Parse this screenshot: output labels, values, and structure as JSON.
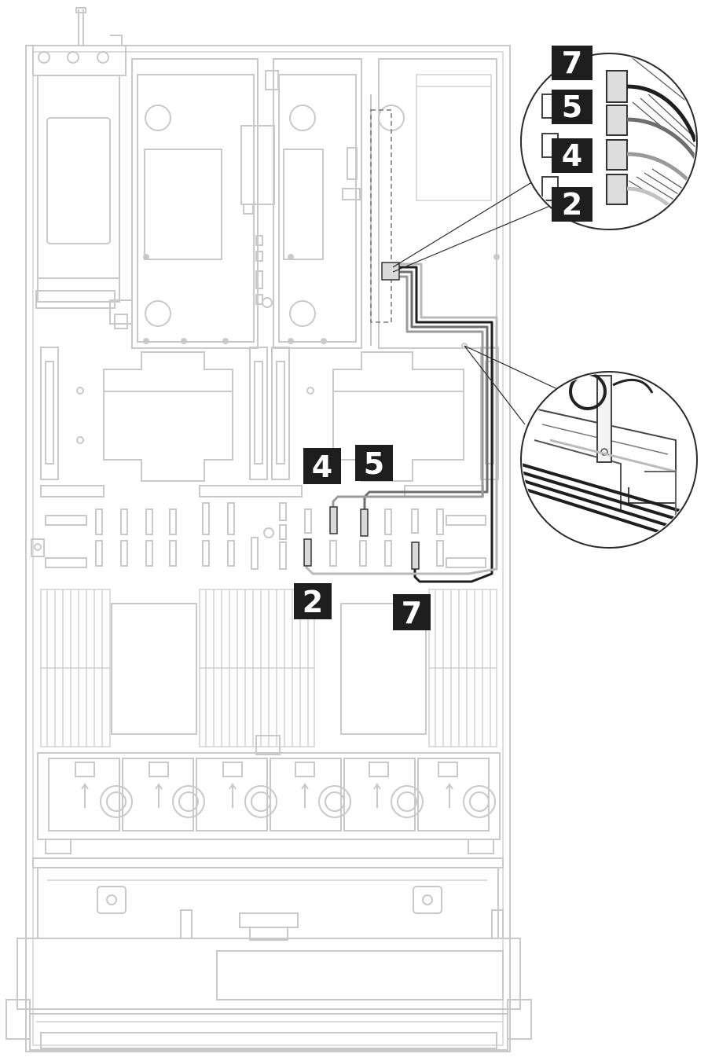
{
  "figure": {
    "callouts": [
      {
        "id": "cable-7",
        "label": "7"
      },
      {
        "id": "cable-5",
        "label": "5"
      },
      {
        "id": "cable-4",
        "label": "4"
      },
      {
        "id": "cable-2",
        "label": "2"
      }
    ],
    "colors": {
      "chassis_line": "#c9c9c9",
      "badge_fill": "#1e1e1e",
      "badge_text": "#ffffff",
      "cable_7": "#1e1e1e",
      "cable_5": "#6e6e6e",
      "cable_4": "#9a9a9a",
      "cable_2": "#b9b9b9"
    },
    "fans": 6,
    "dimm_groups": 3
  }
}
